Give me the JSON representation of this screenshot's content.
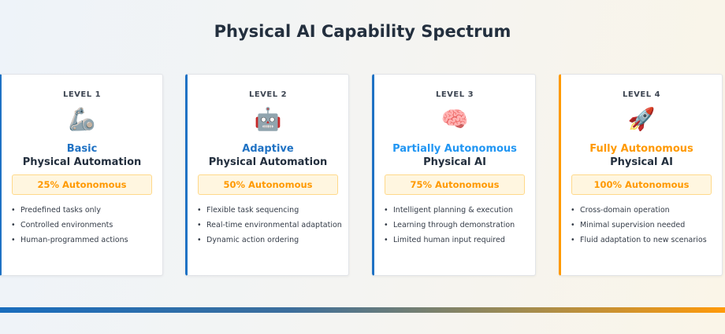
{
  "title": "Physical AI Capability Spectrum",
  "colors": {
    "blue": "#1f72c4",
    "light_blue": "#2196f3",
    "orange": "#ff9900"
  },
  "cards": [
    {
      "level": "LEVEL 1",
      "icon": "flexed-biceps-mechanical",
      "emoji": "🦾",
      "heading": "Basic",
      "subheading": "Physical Automation",
      "badge": "25% Autonomous",
      "autonomy_percent": 25,
      "items": [
        "Predefined tasks only",
        "Controlled environments",
        "Human-programmed actions"
      ]
    },
    {
      "level": "LEVEL 2",
      "icon": "robot",
      "emoji": "🤖",
      "heading": "Adaptive",
      "subheading": "Physical Automation",
      "badge": "50% Autonomous",
      "autonomy_percent": 50,
      "items": [
        "Flexible task sequencing",
        "Real-time environmental adaptation",
        "Dynamic action ordering"
      ]
    },
    {
      "level": "LEVEL 3",
      "icon": "brain",
      "emoji": "🧠",
      "heading": "Partially Autonomous",
      "subheading": "Physical AI",
      "badge": "75% Autonomous",
      "autonomy_percent": 75,
      "items": [
        "Intelligent planning & execution",
        "Learning through demonstration",
        "Limited human input required"
      ]
    },
    {
      "level": "LEVEL 4",
      "icon": "rocket",
      "emoji": "🚀",
      "heading": "Fully Autonomous",
      "subheading": "Physical AI",
      "badge": "100% Autonomous",
      "autonomy_percent": 100,
      "items": [
        "Cross-domain operation",
        "Minimal supervision needed",
        "Fluid adaptation to new scenarios"
      ]
    }
  ]
}
